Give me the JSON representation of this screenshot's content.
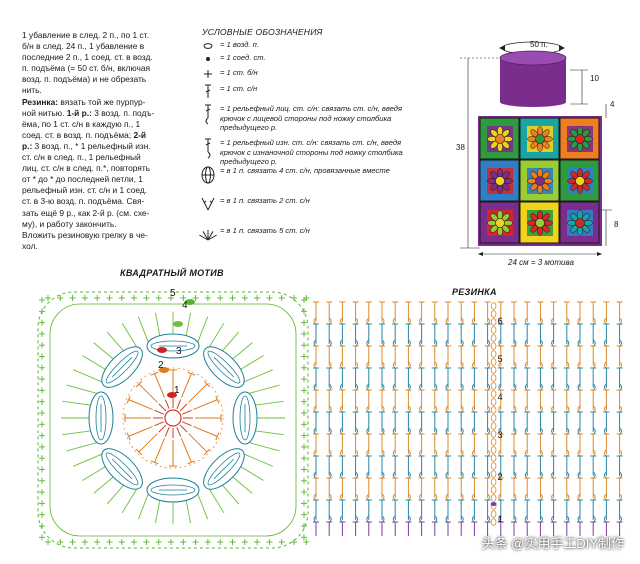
{
  "instructions": {
    "lines": [
      {
        "t": "1 убавление в след. 2 п., по 1 ст."
      },
      {
        "t": "б/н в след. 24 п., 1 убавление в"
      },
      {
        "t": "последние 2 п., 1 соед. ст. в возд."
      },
      {
        "t": "п. подъёма (= 50 ст. б/н, включая"
      },
      {
        "t": "возд. п. подъёма) и не обрезать"
      },
      {
        "t": "нить."
      },
      {
        "b": "Резинка:",
        "t": " вязать той же пурпур-"
      },
      {
        "t": "ной нитью. ",
        "b2": "1-й р.:",
        "t2": " 3 возд. п. подъ-"
      },
      {
        "t": "ёма, по 1 ст. с/н в каждую п., 1"
      },
      {
        "t": "соед. ст. в возд. п. подъёма; ",
        "b2": "2-й"
      },
      {
        "b": "р.:",
        "t": " 3 возд. п., * 1 рельефный изн."
      },
      {
        "t": "ст. с/н в след. п., 1 рельефный"
      },
      {
        "t": "лиц. ст. с/н в след. п.*, повторять"
      },
      {
        "t": "от * до * до последней петли, 1"
      },
      {
        "t": "рельефный изн. ст. с/н и 1 соед."
      },
      {
        "t": "ст. в 3-ю возд. п. подъёма. Свя-"
      },
      {
        "t": "зать ещё 9 р., как 2-й р. (см. схе-"
      },
      {
        "t": "му), и работу закончить."
      },
      {
        "t": "Вложить резиновую грелку в че-"
      },
      {
        "t": "хол."
      }
    ]
  },
  "legend": {
    "title": "УСЛОВНЫЕ ОБОЗНАЧЕНИЯ",
    "items": [
      {
        "icon": "chain-stitch-icon",
        "text": "= 1 возд. п."
      },
      {
        "icon": "slip-stitch-icon",
        "text": "= 1 соед. ст."
      },
      {
        "icon": "single-crochet-icon",
        "text": "= 1 ст. б/н"
      },
      {
        "icon": "double-crochet-icon",
        "text": "= 1 ст. с/н"
      },
      {
        "icon": "front-post-dc-icon",
        "text": "= 1 рельефный лиц. ст. с/н: связать ст. с/н, введя крючок с лицевой стороны под ножку столбика предыдущего р."
      },
      {
        "icon": "back-post-dc-icon",
        "text": "= 1 рельефный изн. ст. с/н: связать ст. с/н, введя крючок с изнаночной стороны под ножку столбика предыдущего р."
      },
      {
        "icon": "cluster-4-icon",
        "text": "= в 1 п. связать 4 ст. с/н, провязанные вместе"
      },
      {
        "icon": "v-stitch-icon",
        "text": "= в 1 п. связать 2 ст. с/н"
      },
      {
        "icon": "fan-5-icon",
        "text": "= в 1 п. связать 5 ст. с/н"
      }
    ]
  },
  "product": {
    "top_width": "50 п.",
    "neck_height": "10",
    "total_height": "38",
    "rib_height": "4",
    "motif_height": "8",
    "bottom_width": "24 см = 3 мотива",
    "colors": {
      "purple": "#7b2d8e",
      "green": "#2e9b3c",
      "blue": "#2f7fc8",
      "orange": "#f07e1e",
      "red": "#d62728",
      "yellow": "#f2d21b",
      "lime": "#9acd32",
      "teal": "#1aa5a5"
    }
  },
  "motif_chart": {
    "title": "КВАДРАТНЫЙ МОТИВ",
    "round_numbers": [
      "1",
      "2",
      "3",
      "4",
      "5"
    ],
    "colors": {
      "r1": "#d23b1f",
      "r2": "#e07a1a",
      "r3": "#1e7f9a",
      "r4": "#6cbf3a",
      "r5": "#58b52a"
    }
  },
  "rib_chart": {
    "title": "РЕЗИНКА",
    "row_numbers": [
      "1",
      "2",
      "3",
      "4",
      "5",
      "6"
    ],
    "colors": {
      "purple": "#7a3fa0",
      "orange": "#d98a2b",
      "teal": "#2b86a3",
      "green": "#6fae3a"
    }
  },
  "watermark": "头条 @实用手工DIY制作"
}
